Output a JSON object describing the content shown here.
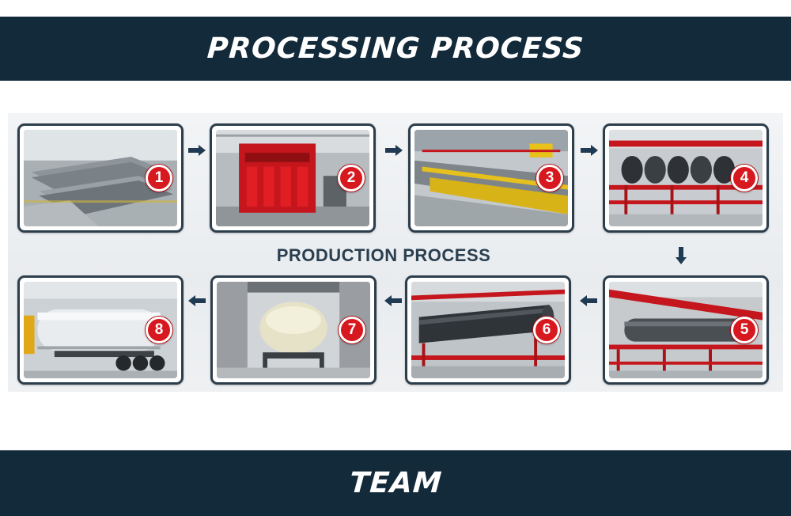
{
  "header": {
    "title": "PROCESSING PROCESS"
  },
  "footer": {
    "title": "TEAM"
  },
  "process": {
    "label": "PRODUCTION PROCESS",
    "steps": [
      {
        "number": "1",
        "scene": "steel-plates"
      },
      {
        "number": "2",
        "scene": "red-press-machine"
      },
      {
        "number": "3",
        "scene": "plate-conveyor"
      },
      {
        "number": "4",
        "scene": "rolled-plates"
      },
      {
        "number": "5",
        "scene": "tank-barrel-on-frame"
      },
      {
        "number": "6",
        "scene": "tank-welding"
      },
      {
        "number": "7",
        "scene": "tank-assembly-booth"
      },
      {
        "number": "8",
        "scene": "finished-tank-trailer"
      }
    ]
  },
  "colors": {
    "banner": "#132a3a",
    "badge": "#d8181f",
    "frame": "#2c3e4c",
    "arrow": "#1f3a52"
  }
}
